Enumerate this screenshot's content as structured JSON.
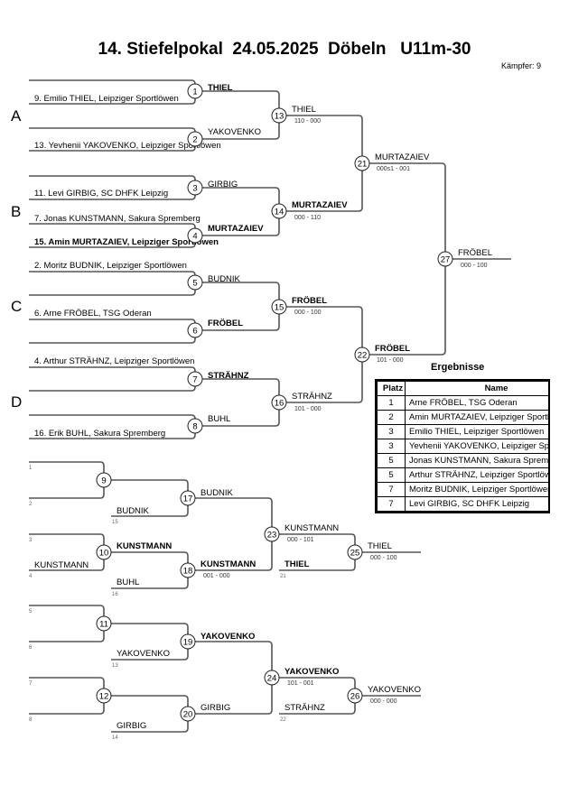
{
  "header": {
    "title": "14. Stiefelpokal  24.05.2025  Döbeln   U11m-30",
    "fighters_count": "Kämpfer: 9"
  },
  "pools": [
    "A",
    "B",
    "C",
    "D"
  ],
  "entries": [
    {
      "text": "9. Emilio THIEL, Leipziger Sportlöwen",
      "bold": false
    },
    {
      "text": "13. Yevhenii YAKOVENKO, Leipziger Sportlöwen",
      "bold": false
    },
    {
      "text": "11. Levi GIRBIG, SC DHFK Leipzig",
      "bold": false
    },
    {
      "text": "7. Jonas KUNSTMANN, Sakura Spremberg",
      "bold": false
    },
    {
      "text": "15. Amin MURTAZAIEV, Leipziger Sportlöwen",
      "bold": true
    },
    {
      "text": "2. Moritz BUDNIK, Leipziger Sportlöwen",
      "bold": false
    },
    {
      "text": "6. Arne FRÖBEL, TSG Oderan",
      "bold": false
    },
    {
      "text": "4. Arthur STRÄHNZ, Leipziger Sportlöwen",
      "bold": false
    },
    {
      "text": "16. Erik BUHL, Sakura Spremberg",
      "bold": false
    }
  ],
  "matches": [
    {
      "no": "1",
      "winner": "THIEL",
      "bold": true,
      "score": ""
    },
    {
      "no": "2",
      "winner": "YAKOVENKO",
      "bold": false,
      "score": ""
    },
    {
      "no": "3",
      "winner": "GIRBIG",
      "bold": false,
      "score": ""
    },
    {
      "no": "4",
      "winner": "MURTAZAIEV",
      "bold": true,
      "score": ""
    },
    {
      "no": "5",
      "winner": "BUDNIK",
      "bold": false,
      "score": ""
    },
    {
      "no": "6",
      "winner": "FRÖBEL",
      "bold": true,
      "score": ""
    },
    {
      "no": "7",
      "winner": "STRÄHNZ",
      "bold": true,
      "score": ""
    },
    {
      "no": "8",
      "winner": "BUHL",
      "bold": false,
      "score": ""
    },
    {
      "no": "13",
      "winner": "THIEL",
      "bold": false,
      "score": "110 - 000"
    },
    {
      "no": "14",
      "winner": "MURTAZAIEV",
      "bold": true,
      "score": "000 - 110"
    },
    {
      "no": "15",
      "winner": "FRÖBEL",
      "bold": true,
      "score": "000 - 100"
    },
    {
      "no": "16",
      "winner": "STRÄHNZ",
      "bold": false,
      "score": "101 - 000"
    },
    {
      "no": "21",
      "winner": "MURTAZAIEV",
      "bold": false,
      "score": "000s1 - 001"
    },
    {
      "no": "22",
      "winner": "FRÖBEL",
      "bold": true,
      "score": "101 - 000"
    },
    {
      "no": "27",
      "winner": "FRÖBEL",
      "bold": false,
      "score": "000 - 100"
    }
  ],
  "repechage": {
    "slots": [
      "1",
      "2",
      "3",
      "4",
      "5",
      "6",
      "7",
      "8",
      "15",
      "16",
      "13",
      "14",
      "21",
      "22"
    ],
    "entry_labels": [
      {
        "text": "KUNSTMANN",
        "bold": false
      },
      {
        "text": "BUDNIK",
        "bold": false
      },
      {
        "text": "BUHL",
        "bold": false
      },
      {
        "text": "YAKOVENKO",
        "bold": false
      },
      {
        "text": "GIRBIG",
        "bold": false
      },
      {
        "text": "THIEL",
        "bold": true
      },
      {
        "text": "STRÄHNZ",
        "bold": false
      }
    ],
    "matches": [
      {
        "no": "9",
        "winner": "",
        "bold": false,
        "score": ""
      },
      {
        "no": "10",
        "winner": "KUNSTMANN",
        "bold": true,
        "score": ""
      },
      {
        "no": "11",
        "winner": "",
        "bold": false,
        "score": ""
      },
      {
        "no": "12",
        "winner": "",
        "bold": false,
        "score": ""
      },
      {
        "no": "17",
        "winner": "BUDNIK",
        "bold": false,
        "score": ""
      },
      {
        "no": "18",
        "winner": "KUNSTMANN",
        "bold": true,
        "score": "001 - 000"
      },
      {
        "no": "19",
        "winner": "YAKOVENKO",
        "bold": true,
        "score": ""
      },
      {
        "no": "20",
        "winner": "GIRBIG",
        "bold": false,
        "score": ""
      },
      {
        "no": "23",
        "winner": "KUNSTMANN",
        "bold": false,
        "score": "000 - 101"
      },
      {
        "no": "24",
        "winner": "YAKOVENKO",
        "bold": true,
        "score": "101 - 001"
      },
      {
        "no": "25",
        "winner": "THIEL",
        "bold": false,
        "score": "000 - 100"
      },
      {
        "no": "26",
        "winner": "YAKOVENKO",
        "bold": false,
        "score": "000 - 000"
      }
    ]
  },
  "results": {
    "title": "Ergebnisse",
    "headers": [
      "Platz",
      "Name"
    ],
    "rows": [
      {
        "place": "1",
        "name": "Arne FRÖBEL, TSG Oderan"
      },
      {
        "place": "2",
        "name": "Amin MURTAZAIEV, Leipziger Sportlöwen"
      },
      {
        "place": "3",
        "name": "Emilio THIEL, Leipziger Sportlöwen"
      },
      {
        "place": "3",
        "name": "Yevhenii YAKOVENKO, Leipziger Sportlöwen"
      },
      {
        "place": "5",
        "name": "Jonas KUNSTMANN, Sakura Spremberg"
      },
      {
        "place": "5",
        "name": "Arthur STRÄHNZ, Leipziger Sportlöwen"
      },
      {
        "place": "7",
        "name": "Moritz BUDNIK, Leipziger Sportlöwen"
      },
      {
        "place": "7",
        "name": "Levi GIRBIG, SC DHFK Leipzig"
      }
    ]
  }
}
